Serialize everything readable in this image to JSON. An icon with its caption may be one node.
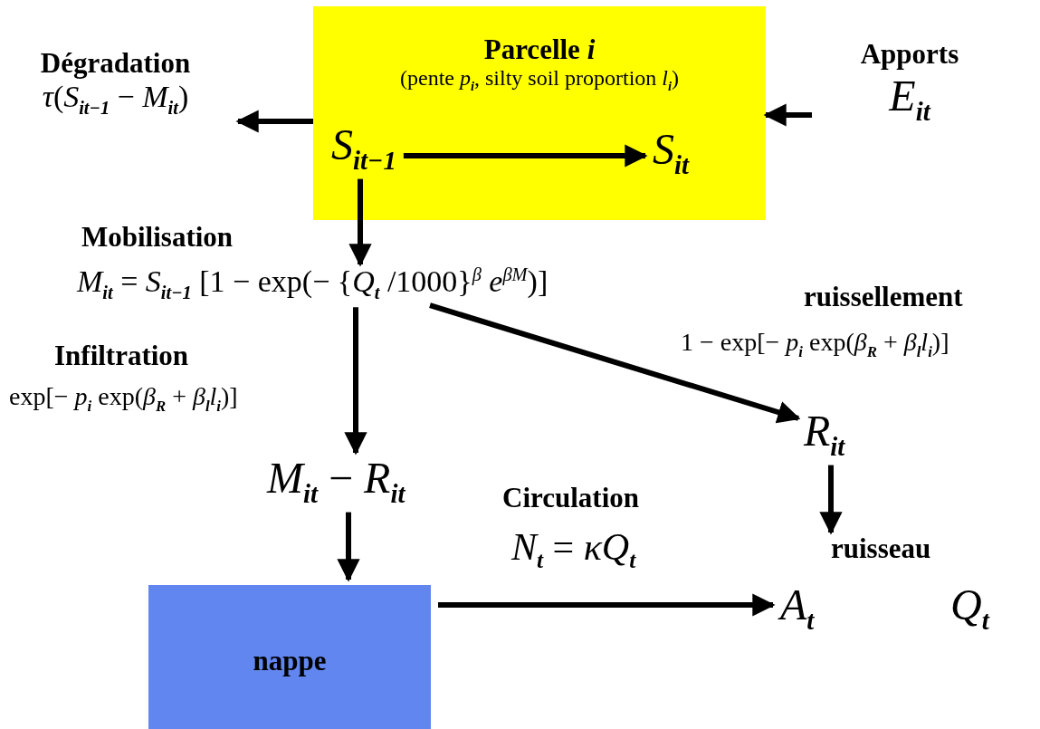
{
  "diagram": {
    "nodes": [
      {
        "text": [
          "Parcelle *i*",
          "(pente *p*$_{i}$, silty soil proportion *l*$_{i}$)"
        ]
      },
      {
        "text": [
          "*S*$_{it−1}$"
        ],
        "in": 0
      },
      {
        "text": [
          "*S*$_{it}$"
        ],
        "in": 0
      },
      {
        "text": [
          "Dégradation",
          "*τ*(*S*$_{it−1}$ − *M*$_{it}$)"
        ]
      },
      {
        "text": [
          "Apports",
          "*E*$_{it}$"
        ]
      },
      {
        "text": [
          "*M*$_{it}$ = *S*$_{it−1}$ [1 − exp(− {*Q*$_{t}$ /1000}$^{β}$ *e*$^{βM}$)]"
        ],
        "beside": [
          "Mobilisation"
        ]
      },
      {
        "text": [
          "*R*$_{it}$"
        ]
      },
      {
        "text": [
          "*M*$_{it}$ − *R*$_{it}$"
        ]
      },
      {
        "text": [
          "ruisseau"
        ]
      },
      {
        "text": [
          "*A*$_{t}$"
        ]
      },
      {
        "text": [
          "nappe"
        ]
      }
    ],
    "edges": [
      {
        "from": 0,
        "to": 3,
        "arrow": "to"
      },
      {
        "from": 4,
        "to": 0,
        "arrow": "to"
      },
      {
        "from": 1,
        "to": 2,
        "arrow": "to"
      },
      {
        "from": 1,
        "to": 5,
        "arrow": "to"
      },
      {
        "from": 5,
        "to": 7,
        "arrow": "to"
      },
      {
        "from": 5,
        "to": 6,
        "arrow": "to"
      },
      {
        "from": 6,
        "to": 8,
        "arrow": "to"
      },
      {
        "from": 7,
        "to": 10,
        "arrow": "to"
      },
      {
        "from": 10,
        "to": 9,
        "arrow": "to"
      }
    ],
    "labels": [
      "ruissellement",
      "1 − exp[− *p*$_{i}$ exp(*β*$_{R}$ + *β*$_{l}$*l*$_{i}$)]",
      "Infiltration",
      "exp[− *p*$_{i}$ exp(*β*$_{R}$ + *β*$_{l}$*l*$_{i}$)]",
      "Circulation",
      "*N*$_{t}$ = *κQ*$_{t}$",
      "*Q*$_{t}$"
    ]
  }
}
